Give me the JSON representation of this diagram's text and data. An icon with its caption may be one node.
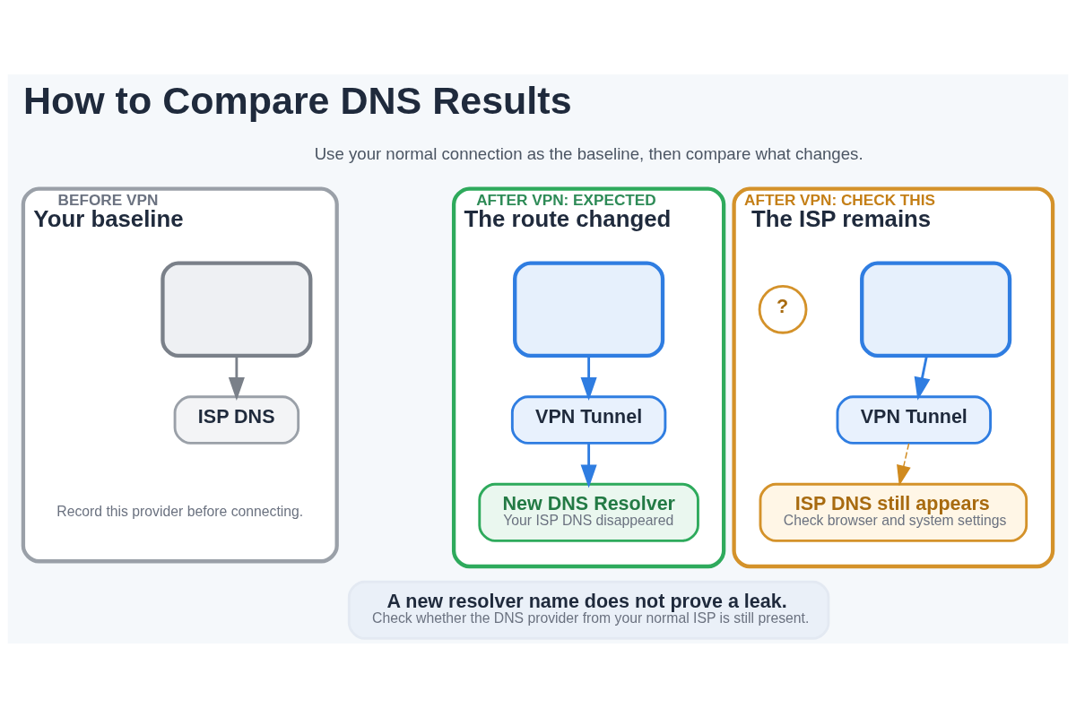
{
  "diagram": {
    "title": "How to Compare DNS Results",
    "nodes": [
      {
        "text": [
          "BEFORE VPN",
          "Your baseline"
        ]
      },
      {
        "text": [],
        "shape": "laptop",
        "in": 0
      },
      {
        "text": [
          "ISP DNS"
        ],
        "in": 0
      },
      {
        "text": [
          "AFTER VPN: EXPECTED",
          "The route changed"
        ]
      },
      {
        "text": [],
        "shape": "laptop",
        "in": 3
      },
      {
        "text": [
          "VPN Tunnel"
        ],
        "in": 3
      },
      {
        "text": [
          "New DNS Resolver",
          "Your ISP DNS disappeared"
        ],
        "in": 3
      },
      {
        "text": [
          "AFTER VPN: CHECK THIS",
          "The ISP remains"
        ]
      },
      {
        "text": [],
        "shape": "laptop",
        "in": 7
      },
      {
        "text": [
          "VPN Tunnel"
        ],
        "in": 7
      },
      {
        "text": [
          "?"
        ],
        "in": 7
      },
      {
        "text": [
          "ISP DNS still appears",
          "Check browser and system settings"
        ],
        "in": 7
      },
      {
        "text": [
          "A new resolver name does not prove a leak.",
          "Check whether the DNS provider from your normal ISP is still present."
        ]
      }
    ],
    "edges": [
      {
        "from": 1,
        "to": 2,
        "arrow": "to",
        "color": "#7a8089"
      },
      {
        "from": 4,
        "to": 5,
        "arrow": "to"
      },
      {
        "from": 5,
        "to": 6,
        "arrow": "to"
      },
      {
        "from": 8,
        "to": 9,
        "arrow": "to"
      },
      {
        "from": 9,
        "to": 11,
        "arrow": "to",
        "style": "dashed",
        "color": "#d08a1e"
      }
    ],
    "labels": [
      "Use your normal connection as the baseline, then compare what changes.",
      "Record this provider before connecting."
    ]
  }
}
